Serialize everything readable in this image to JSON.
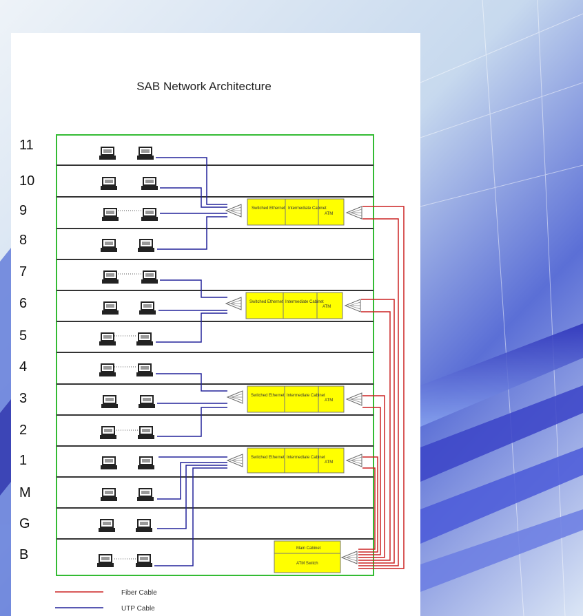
{
  "title": "SAB Network Architecture",
  "floors": [
    "11",
    "10",
    "9",
    "8",
    "7",
    "6",
    "5",
    "4",
    "3",
    "2",
    "1",
    "M",
    "G",
    "B"
  ],
  "switch_stack": {
    "switched_ethernet": "Switched Ethernet",
    "intermediate_cabinet": "Intermediate Cabinet",
    "atm": "ATM"
  },
  "main_cabinet": {
    "label": "Main Cabinet",
    "switch": "ATM Switch"
  },
  "legend": [
    {
      "label": "Fiber Cable",
      "color": "#cc2222"
    },
    {
      "label": "UTP Cable",
      "color": "#22229a"
    }
  ],
  "colors": {
    "frame": "#33bb33",
    "equipment": "#ffff00",
    "fiber": "#cc2222",
    "utp": "#22229a"
  }
}
